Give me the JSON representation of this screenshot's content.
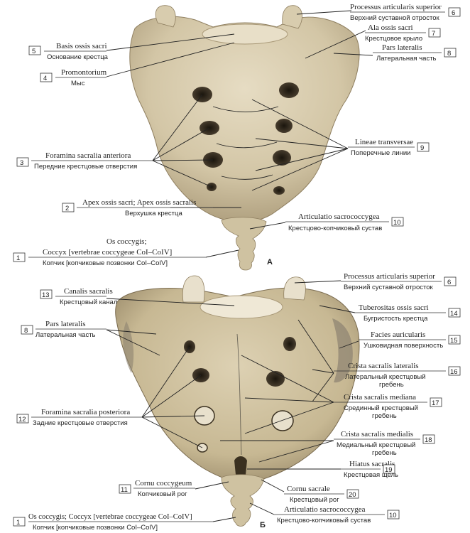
{
  "panels": {
    "a": "А",
    "b": "Б"
  },
  "labels": {
    "a6": {
      "num": "6",
      "latin": "Processus articularis superior",
      "ru": "Верхний суставной отросток"
    },
    "a7": {
      "num": "7",
      "latin": "Ala ossis sacri",
      "ru": "Крестцовое крыло"
    },
    "a5": {
      "num": "5",
      "latin": "Basis ossis sacri",
      "ru": "Основание крестца"
    },
    "a8": {
      "num": "8",
      "latin": "Pars lateralis",
      "ru": "Латеральная часть"
    },
    "a4": {
      "num": "4",
      "latin": "Promontorium",
      "ru": "Мыс"
    },
    "a9": {
      "num": "9",
      "latin": "Lineae transversae",
      "ru": "Поперечные линии"
    },
    "a3": {
      "num": "3",
      "latin": "Foramina sacralia anteriora",
      "ru": "Передние крестцовые отверстия"
    },
    "a2": {
      "num": "2",
      "latin": "Apex ossis sacri; Apex ossis sacralis",
      "ru": "Верхушка крестца"
    },
    "a10": {
      "num": "10",
      "latin": "Articulatio sacrococcygea",
      "ru": "Крестцово-копчиковый сустав"
    },
    "a1": {
      "num": "1",
      "latin1": "Os coccygis;",
      "latin2": "Coccyx [vertebrae coccygeae CoI–CoIV]",
      "ru": "Копчик [копчиковые позвонки CoI–CoIV]"
    },
    "b6": {
      "num": "6",
      "latin": "Processus articularis superior",
      "ru": "Верхний суставной отросток"
    },
    "b13": {
      "num": "13",
      "latin": "Canalis sacralis",
      "ru": "Крестцовый канал"
    },
    "b14": {
      "num": "14",
      "latin": "Tuberositas ossis sacri",
      "ru": "Бугристость крестца"
    },
    "b8": {
      "num": "8",
      "latin": "Pars lateralis",
      "ru": "Латеральная часть"
    },
    "b15": {
      "num": "15",
      "latin": "Facies auricularis",
      "ru": "Ушковидная поверхность"
    },
    "b16": {
      "num": "16",
      "latin": "Crista sacralis lateralis",
      "ru1": "Латеральный крестцовый",
      "ru2": "гребень"
    },
    "b17": {
      "num": "17",
      "latin": "Crista sacralis mediana",
      "ru1": "Срединный крестцовый",
      "ru2": "гребень"
    },
    "b12": {
      "num": "12",
      "latin": "Foramina sacralia posteriora",
      "ru": "Задние крестцовые отверстия"
    },
    "b18": {
      "num": "18",
      "latin": "Crista sacralis medialis",
      "ru1": "Медиальный крестцовый",
      "ru2": "гребень"
    },
    "b19": {
      "num": "19",
      "latin": "Hiatus sacralis",
      "ru": "Крестцовая щель"
    },
    "b11": {
      "num": "11",
      "latin": "Cornu coccygeum",
      "ru": "Копчиковый рог"
    },
    "b20": {
      "num": "20",
      "latin": "Cornu sacrale",
      "ru": "Крестцовый рог"
    },
    "b10": {
      "num": "10",
      "latin": "Articulatio sacrococcygea",
      "ru": "Крестцово-копчиковый сустав"
    },
    "b1": {
      "num": "1",
      "latin": "Os coccygis; Coccyx [vertebrae coccygeae CoI–CoIV]",
      "ru": "Копчик [копчиковые позвонки CoI–CoIV]"
    }
  },
  "colors": {
    "bone": "#d9cdb0",
    "bone_dark": "#b9a987",
    "shadow": "#8f7f60",
    "hole": "#2a2418"
  }
}
